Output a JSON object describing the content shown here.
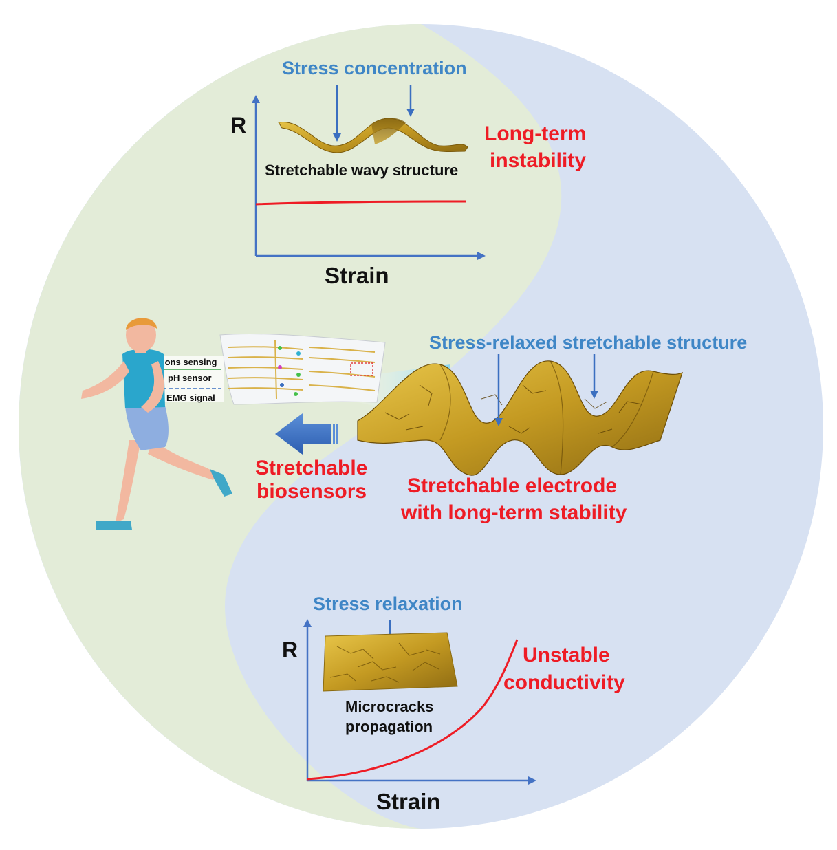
{
  "top_panel": {
    "title": "Stress concentration",
    "y_axis": "R",
    "x_axis": "Strain",
    "structure_label": "Stretchable wavy structure",
    "outcome_line1": "Long-term",
    "outcome_line2": "instability"
  },
  "middle_panel": {
    "title": "Stress-relaxed stretchable structure",
    "device_labels": [
      "Ions sensing",
      "pH sensor",
      "EMG signal"
    ],
    "arrow_label_line1": "Stretchable",
    "arrow_label_line2": "biosensors",
    "electrode_line1": "Stretchable electrode",
    "electrode_line2": "with long-term stability"
  },
  "bottom_panel": {
    "title": "Stress relaxation",
    "y_axis": "R",
    "x_axis": "Strain",
    "structure_line1": "Microcracks",
    "structure_line2": "propagation",
    "outcome_line1": "Unstable",
    "outcome_line2": "conductivity"
  },
  "colors": {
    "green_half": "#e3ecd8",
    "blue_half": "#d7e1f2",
    "accent_blue": "#3f86c6",
    "accent_red": "#ee1c25",
    "gold": "#c9a227"
  }
}
